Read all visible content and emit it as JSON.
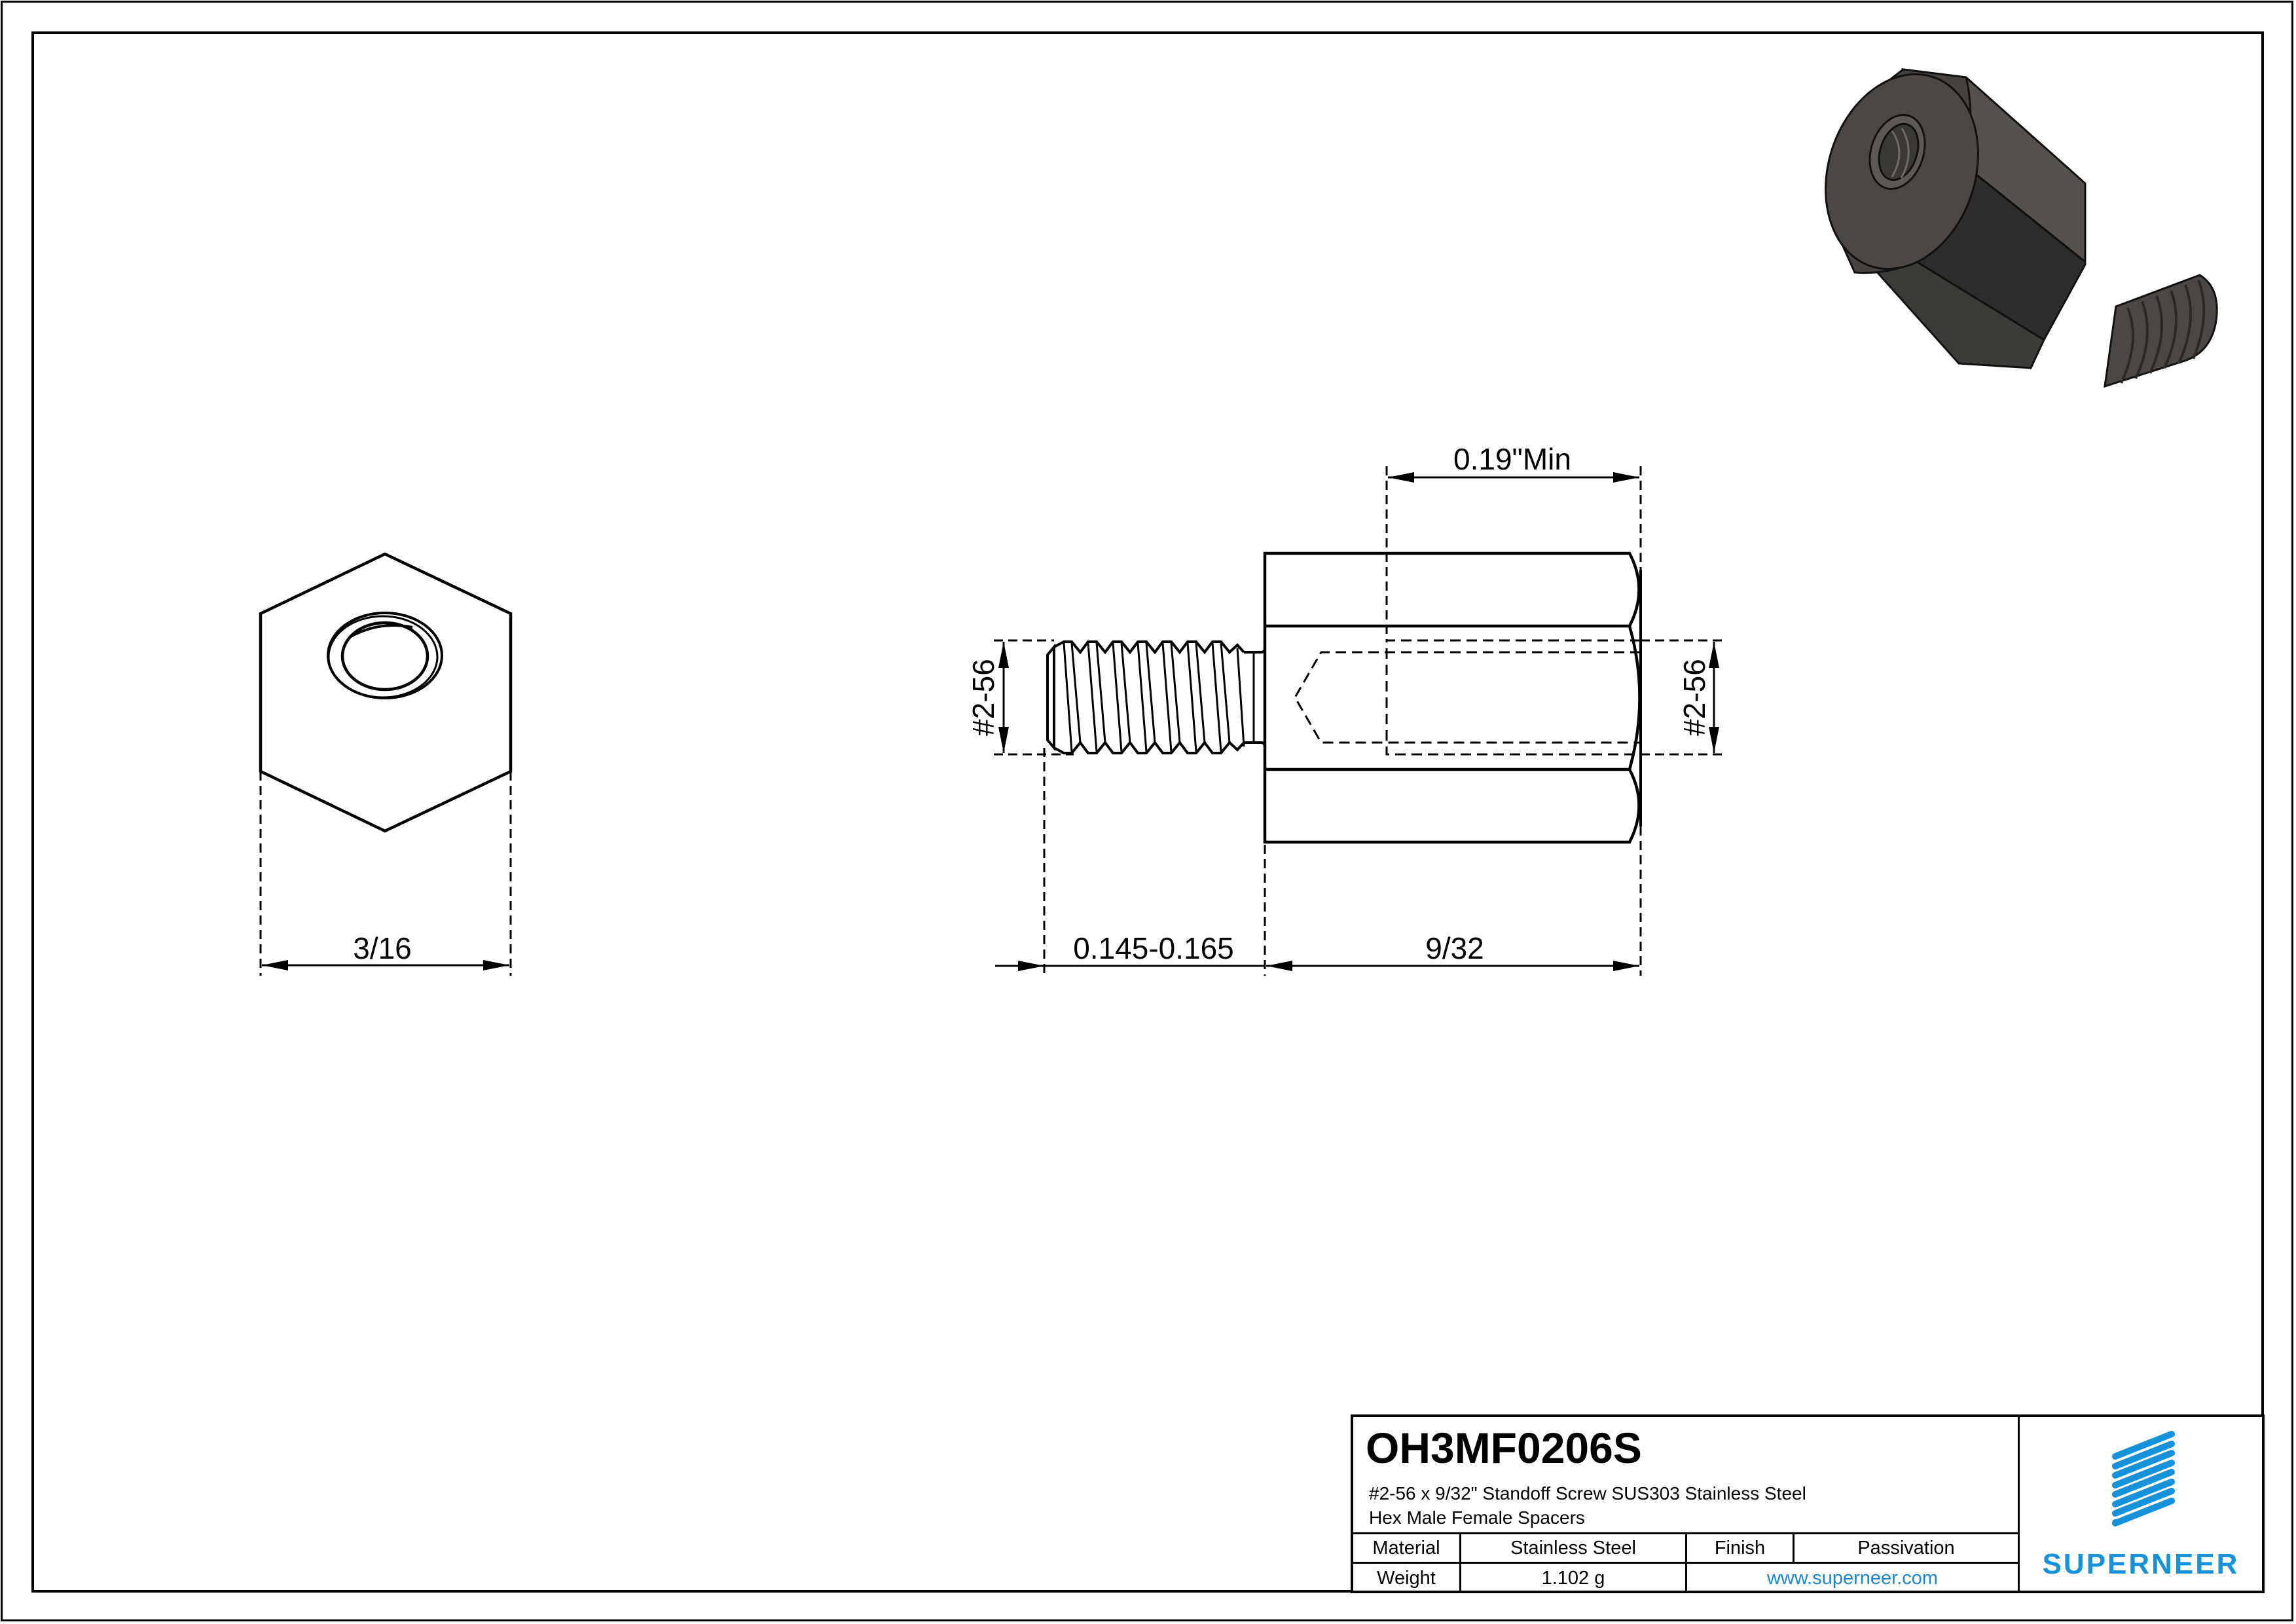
{
  "title_block": {
    "part_number": "OH3MF0206S",
    "description_line1": "#2-56 x 9/32\" Standoff Screw SUS303 Stainless Steel",
    "description_line2": "Hex Male Female Spacers",
    "material_label": "Material",
    "material_value": "Stainless Steel",
    "finish_label": "Finish",
    "finish_value": "Passivation",
    "weight_label": "Weight",
    "weight_value": "1.102 g",
    "website": "www.superneer.com",
    "brand": "SUPERNEER",
    "brand_color": "#1592d9"
  },
  "end_view": {
    "across_flats_dim": "3/16"
  },
  "side_view": {
    "male_thread_label": "#2-56",
    "female_thread_label": "#2-56",
    "thread_depth_dim": "0.19\"Min",
    "male_length_dim": "0.145-0.165",
    "body_length_dim": "9/32"
  },
  "iso_view": {
    "label": "3D isometric render of hex standoff",
    "body_color": "#3a3835"
  }
}
